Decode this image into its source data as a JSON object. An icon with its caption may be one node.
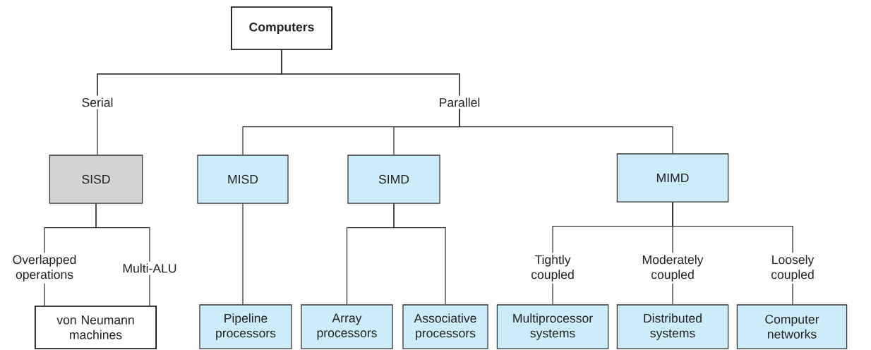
{
  "diagram": {
    "nodes": [
      {
        "text": [
          "Computers"
        ]
      },
      {
        "text": [
          "Serial"
        ]
      },
      {
        "text": [
          "Parallel"
        ]
      },
      {
        "text": [
          "SISD"
        ]
      },
      {
        "text": [
          "MISD"
        ]
      },
      {
        "text": [
          "SIMD"
        ]
      },
      {
        "text": [
          "MIMD"
        ]
      },
      {
        "text": [
          "Overlapped operations"
        ]
      },
      {
        "text": [
          "Multi-ALU"
        ]
      },
      {
        "text": [
          "Tightly coupled"
        ]
      },
      {
        "text": [
          "Moderately coupled"
        ]
      },
      {
        "text": [
          "Loosely coupled"
        ]
      },
      {
        "text": [
          "von Neumann machines"
        ]
      },
      {
        "text": [
          "Pipeline processors"
        ]
      },
      {
        "text": [
          "Array processors"
        ]
      },
      {
        "text": [
          "Associative processors"
        ]
      },
      {
        "text": [
          "Multiprocessor systems"
        ]
      },
      {
        "text": [
          "Distributed systems"
        ]
      },
      {
        "text": [
          "Computer networks"
        ]
      }
    ],
    "edges": [
      {
        "from": 0,
        "to": 1,
        "arrow": "none"
      },
      {
        "from": 0,
        "to": 2,
        "arrow": "none"
      },
      {
        "from": 1,
        "to": 3,
        "arrow": "none"
      },
      {
        "from": 2,
        "to": 4,
        "arrow": "none"
      },
      {
        "from": 2,
        "to": 5,
        "arrow": "none"
      },
      {
        "from": 2,
        "to": 6,
        "arrow": "none"
      },
      {
        "from": 3,
        "to": 7,
        "arrow": "none"
      },
      {
        "from": 3,
        "to": 8,
        "arrow": "none"
      },
      {
        "from": 7,
        "to": 12,
        "arrow": "none"
      },
      {
        "from": 8,
        "to": 12,
        "arrow": "none"
      },
      {
        "from": 4,
        "to": 13,
        "arrow": "none"
      },
      {
        "from": 5,
        "to": 14,
        "arrow": "none"
      },
      {
        "from": 5,
        "to": 15,
        "arrow": "none"
      },
      {
        "from": 6,
        "to": 9,
        "arrow": "none"
      },
      {
        "from": 6,
        "to": 10,
        "arrow": "none"
      },
      {
        "from": 6,
        "to": 11,
        "arrow": "none"
      },
      {
        "from": 9,
        "to": 16,
        "arrow": "none"
      },
      {
        "from": 10,
        "to": 17,
        "arrow": "none"
      },
      {
        "from": 11,
        "to": 18,
        "arrow": "none"
      }
    ]
  }
}
